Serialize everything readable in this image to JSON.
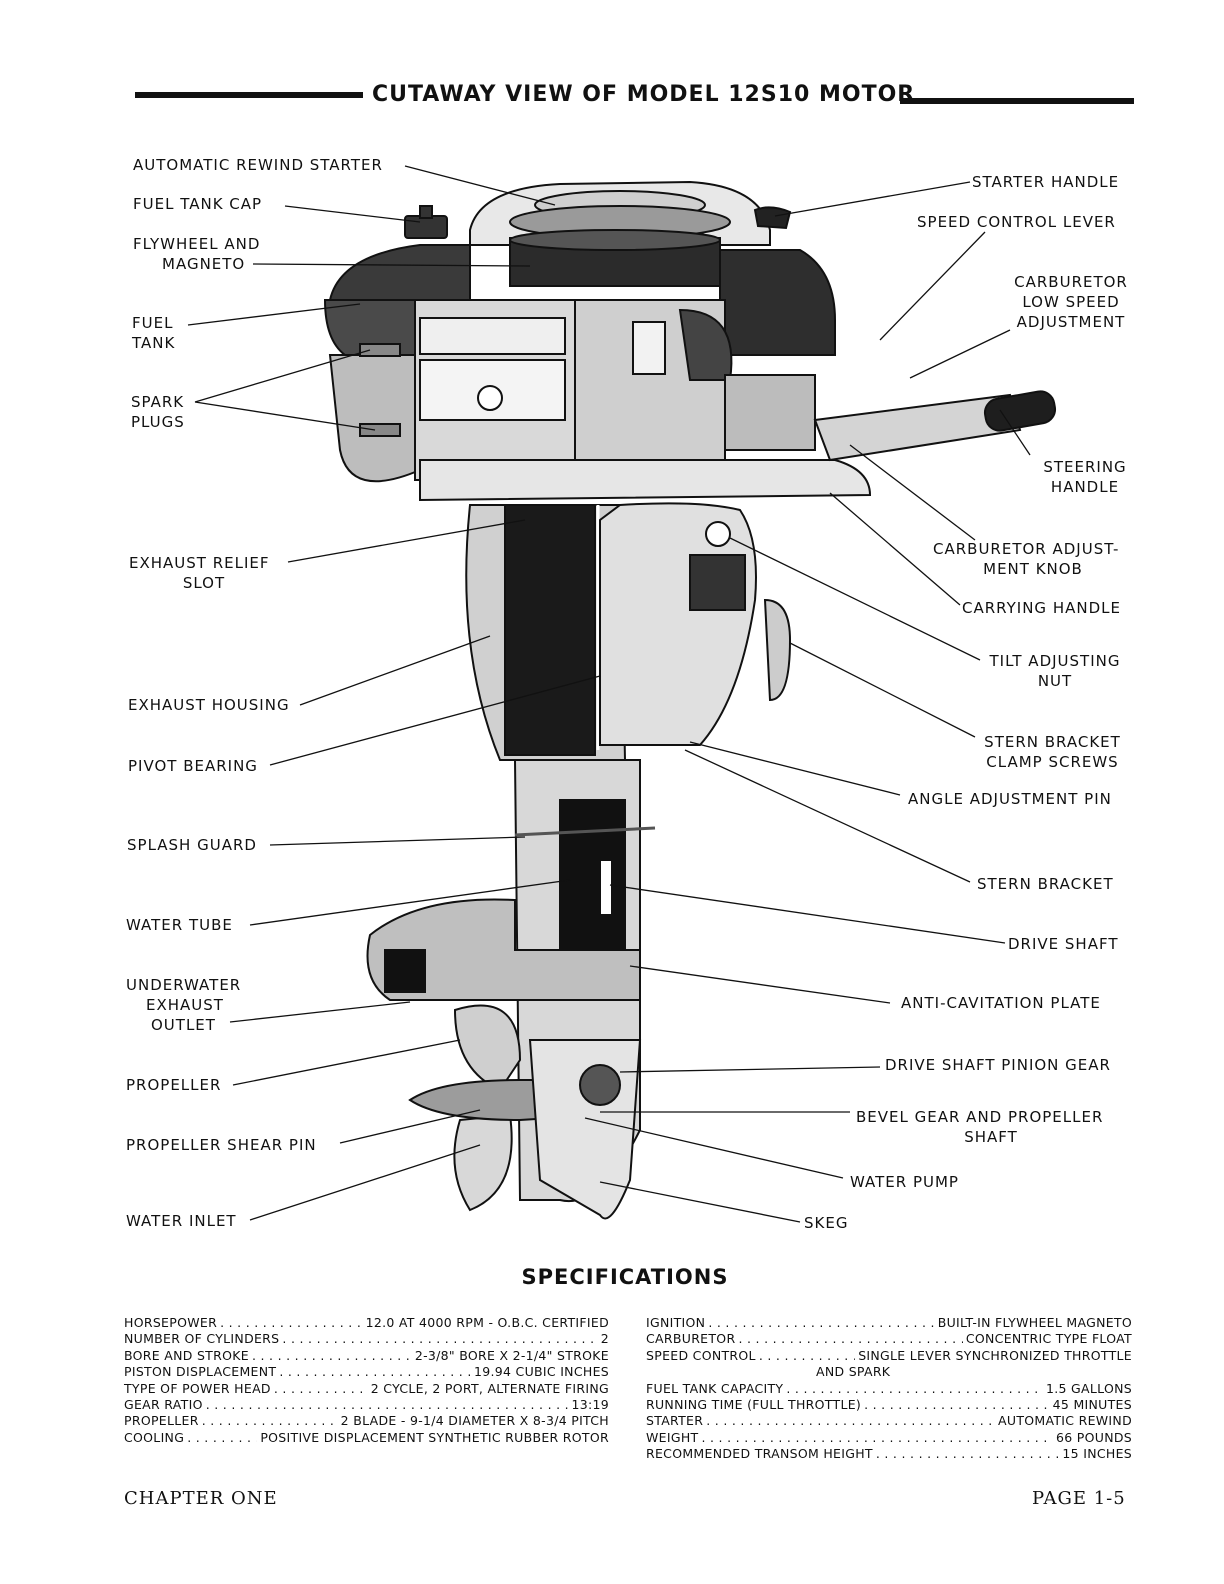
{
  "title": "CUTAWAY VIEW OF MODEL 12S10 MOTOR",
  "labels_left": {
    "automatic_rewind_starter": "AUTOMATIC REWIND STARTER",
    "fuel_tank_cap": "FUEL TANK CAP",
    "flywheel_1": "FLYWHEEL AND",
    "flywheel_2": "MAGNETO",
    "fuel_tank_1": "FUEL",
    "fuel_tank_2": "TANK",
    "spark_plugs_1": "SPARK",
    "spark_plugs_2": "PLUGS",
    "exhaust_relief_1": "EXHAUST RELIEF",
    "exhaust_relief_2": "SLOT",
    "exhaust_housing": "EXHAUST HOUSING",
    "pivot_bearing": "PIVOT BEARING",
    "splash_guard": "SPLASH GUARD",
    "water_tube": "WATER TUBE",
    "underwater_1": "UNDERWATER",
    "underwater_2": "EXHAUST",
    "underwater_3": "OUTLET",
    "propeller": "PROPELLER",
    "shear_pin": "PROPELLER SHEAR PIN",
    "water_inlet": "WATER INLET"
  },
  "labels_right": {
    "starter_handle": "STARTER HANDLE",
    "speed_control_lever": "SPEED CONTROL LEVER",
    "carb_low_1": "CARBURETOR",
    "carb_low_2": "LOW SPEED",
    "carb_low_3": "ADJUSTMENT",
    "steering_1": "STEERING",
    "steering_2": "HANDLE",
    "carb_knob_1": "CARBURETOR ADJUST-",
    "carb_knob_2": "MENT KNOB",
    "carrying_handle": "CARRYING HANDLE",
    "tilt_1": "TILT ADJUSTING",
    "tilt_2": "NUT",
    "stern_clamp_1": "STERN BRACKET",
    "stern_clamp_2": "CLAMP SCREWS",
    "angle_pin": "ANGLE ADJUSTMENT PIN",
    "stern_bracket": "STERN BRACKET",
    "drive_shaft": "DRIVE SHAFT",
    "anti_cavitation": "ANTI-CAVITATION PLATE",
    "pinion_gear": "DRIVE SHAFT PINION GEAR",
    "bevel_1": "BEVEL GEAR AND PROPELLER",
    "bevel_2": "SHAFT",
    "water_pump": "WATER PUMP",
    "skeg": "SKEG"
  },
  "specifications": {
    "title": "SPECIFICATIONS",
    "left": [
      {
        "key": "HORSEPOWER",
        "value": "12.0 AT 4000 RPM - O.B.C. CERTIFIED"
      },
      {
        "key": "NUMBER OF CYLINDERS",
        "value": "2"
      },
      {
        "key": "BORE AND STROKE",
        "value": "2-3/8\" BORE X 2-1/4\" STROKE"
      },
      {
        "key": "PISTON DISPLACEMENT",
        "value": "19.94 CUBIC INCHES"
      },
      {
        "key": "TYPE OF POWER HEAD",
        "value": "2 CYCLE, 2 PORT, ALTERNATE FIRING"
      },
      {
        "key": "GEAR RATIO",
        "value": "13:19"
      },
      {
        "key": "PROPELLER",
        "value": "2 BLADE - 9-1/4 DIAMETER X 8-3/4 PITCH"
      },
      {
        "key": "COOLING",
        "value": "POSITIVE DISPLACEMENT SYNTHETIC RUBBER ROTOR"
      }
    ],
    "right": [
      {
        "key": "IGNITION",
        "value": "BUILT-IN FLYWHEEL MAGNETO"
      },
      {
        "key": "CARBURETOR",
        "value": "CONCENTRIC TYPE FLOAT"
      },
      {
        "key": "SPEED CONTROL",
        "value": "SINGLE LEVER SYNCHRONIZED THROTTLE"
      },
      {
        "key": "",
        "value": "AND SPARK"
      },
      {
        "key": "FUEL TANK CAPACITY",
        "value": "1.5 GALLONS"
      },
      {
        "key": "RUNNING TIME (FULL THROTTLE)",
        "value": "45 MINUTES"
      },
      {
        "key": "STARTER",
        "value": "AUTOMATIC REWIND"
      },
      {
        "key": "WEIGHT",
        "value": "66 POUNDS"
      },
      {
        "key": "RECOMMENDED TRANSOM HEIGHT",
        "value": "15 INCHES"
      }
    ]
  },
  "footer": {
    "left": "CHAPTER ONE",
    "right": "PAGE 1-5"
  }
}
